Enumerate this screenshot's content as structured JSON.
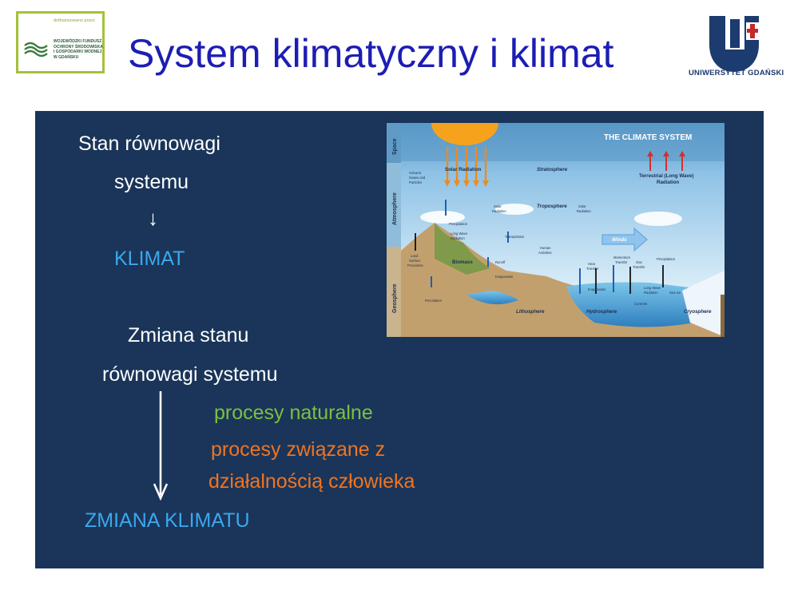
{
  "header": {
    "title": "System klimatyczny i klimat",
    "university_name": "UNIWERSYTET GDAŃSKI",
    "sponsor_label": "dofinansowano przez",
    "sponsor_fund": "WOJEWÓDZKI FUNDUSZ OCHRONY ŚRODOWISKA I GOSPODARKI WODNEJ W GDAŃSKU"
  },
  "content": {
    "line1": "Stan równowagi",
    "line2": "systemu",
    "arrow_small": "↓",
    "klimat": "KLIMAT",
    "line3": "Zmiana  stanu",
    "line4": "równowagi systemu",
    "natural": "procesy naturalne",
    "human1": "procesy związane z",
    "human2": "działalnością człowieka",
    "zmiana": "ZMIANA KLIMATU"
  },
  "figure": {
    "title": "THE CLIMATE SYSTEM",
    "zones": [
      "Space",
      "Atmosphere",
      "Geosphere"
    ],
    "labels": {
      "solar_radiation": "Solar Radiation",
      "stratosphere": "Stratosphere",
      "terrestrial": "Terrestrial (Long Wave)",
      "radiation": "Radiation",
      "troposphere": "Troposphere",
      "volcanic": "Volcanic",
      "gases": "Gases and",
      "particles": "Particles",
      "precipitation": "Precipitation",
      "long_wave": "Long Wave",
      "radiation2": "Radiation",
      "transpiration": "Transpiration",
      "solar_small1": "Solar",
      "radiation_small1": "Radiation",
      "solar_small2": "Solar",
      "radiation_small2": "Radiation",
      "winds": "Winds",
      "biomass": "Biomass",
      "land_surface1": "Land",
      "land_surface2": "Surface",
      "land_surface3": "Processes",
      "runoff": "Runoff",
      "human_activities1": "Human",
      "human_activities2": "Activities",
      "evaporation": "Evaporation",
      "percolation": "Percolation",
      "lithosphere": "Lithosphere",
      "heat1": "Heat",
      "heat2": "Transfer",
      "momentum1": "Momentum",
      "momentum2": "Transfer",
      "gas1": "Gas",
      "gas2": "Transfer",
      "precipitation2": "Precipitation",
      "evaporation2": "Evaporation",
      "long_wave2a": "Long Wave",
      "long_wave2b": "Radiation",
      "sea_ice": "Sea Ice",
      "currents": "Currents",
      "hydrosphere": "Hydrosphere",
      "cryosphere": "Cryosphere"
    }
  },
  "colors": {
    "title": "#1d1db4",
    "panel": "#1a3559",
    "cyan": "#3aa8ee",
    "green": "#7cc043",
    "orange": "#f07422"
  }
}
